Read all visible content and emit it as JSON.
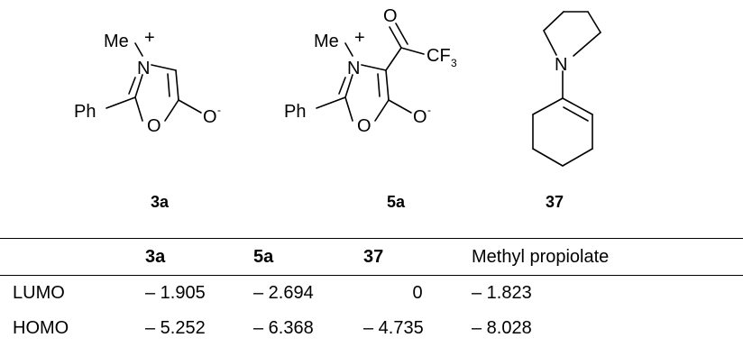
{
  "structures": [
    {
      "label": "3a",
      "atoms": {
        "methyl": "Me",
        "charge": "+",
        "nitrogen": "N",
        "phenyl": "Ph",
        "ring_oxygen": "O",
        "oxide": "O",
        "oxide_charge": "-"
      }
    },
    {
      "label": "5a",
      "atoms": {
        "methyl": "Me",
        "charge": "+",
        "nitrogen": "N",
        "phenyl": "Ph",
        "ring_oxygen": "O",
        "oxide": "O",
        "oxide_charge": "-",
        "carbonyl_oxygen": "O",
        "trifluoromethyl": "CF",
        "trifluoromethyl_subscript": "3"
      }
    },
    {
      "label": "37",
      "atoms": {
        "nitrogen": "N"
      }
    }
  ],
  "table": {
    "headers": [
      "",
      "3a",
      "5a",
      "37",
      "Methyl propiolate"
    ],
    "rows": [
      {
        "label": "LUMO",
        "values": [
          "– 1.905",
          "– 2.694",
          "0",
          "– 1.823"
        ]
      },
      {
        "label": "HOMO",
        "values": [
          "– 5.252",
          "– 6.368",
          "– 4.735",
          "– 8.028"
        ]
      }
    ]
  }
}
